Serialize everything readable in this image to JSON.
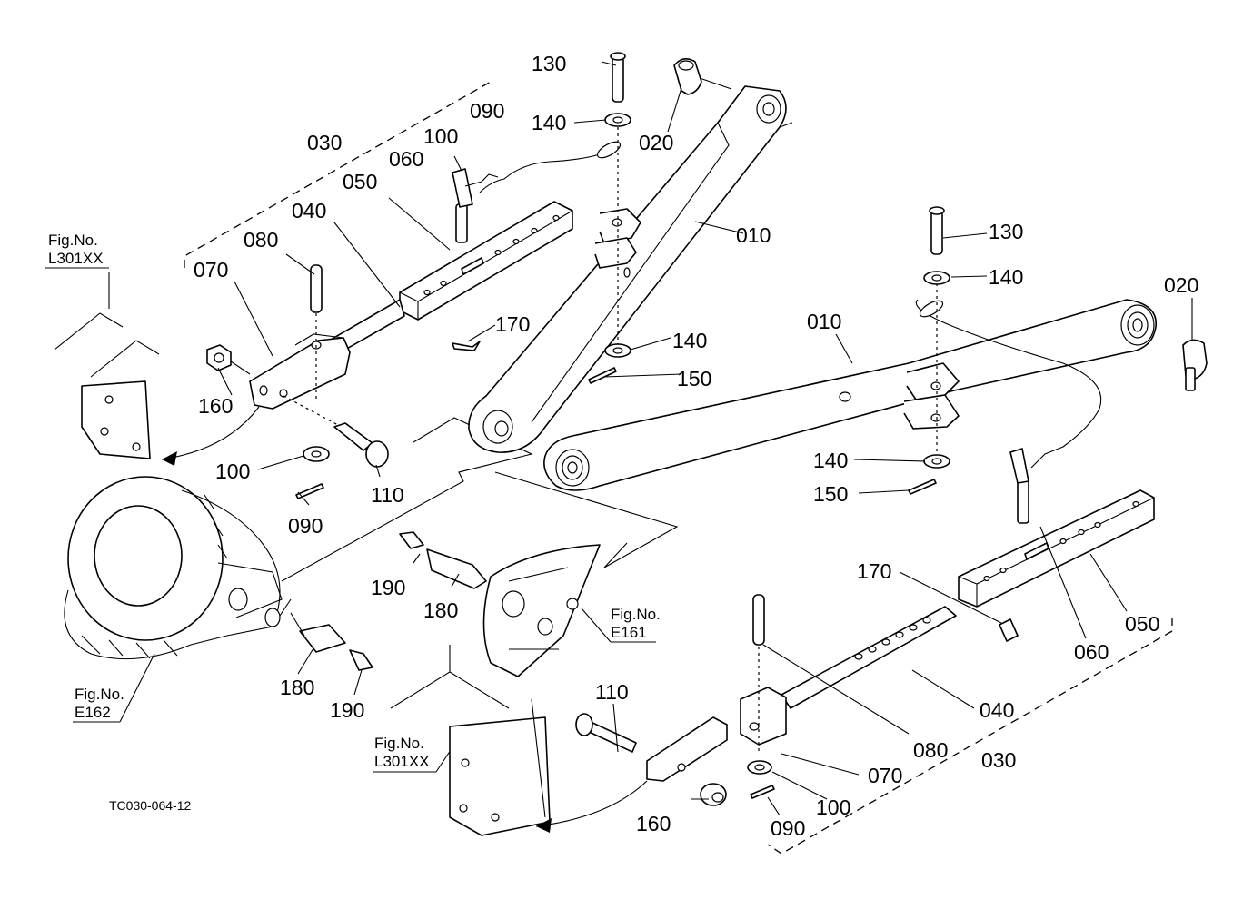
{
  "diagram_code": "TC030-064-12",
  "part_labels": {
    "p130_top": "130",
    "p140_top": "140",
    "p020_left": "020",
    "p090_top": "090",
    "p100_top": "100",
    "p030_left": "030",
    "p060_left": "060",
    "p050_left": "050",
    "p040_left": "040",
    "p080_left": "080",
    "p070_left": "070",
    "p160_left": "160",
    "p010_left": "010",
    "p170_left": "170",
    "p140_mid_left": "140",
    "p150_mid_left": "150",
    "p100_left": "100",
    "p110_left": "110",
    "p090_left": "090",
    "p130_right": "130",
    "p140_right_top": "140",
    "p020_right": "020",
    "p010_right": "010",
    "p140_right_mid": "140",
    "p150_right": "150",
    "p190_mid": "190",
    "p180_mid": "180",
    "p180_low": "180",
    "p190_low": "190",
    "p170_right": "170",
    "p050_right": "050",
    "p060_right": "060",
    "p110_low": "110",
    "p040_right": "040",
    "p080_right": "080",
    "p070_right": "070",
    "p030_right": "030",
    "p160_low": "160",
    "p100_low": "100",
    "p090_low": "090"
  },
  "figure_refs": [
    {
      "line1": "Fig.No.",
      "line2": "L301XX"
    },
    {
      "line1": "Fig.No.",
      "line2": "E161"
    },
    {
      "line1": "Fig.No.",
      "line2": "E162"
    },
    {
      "line1": "Fig.No.",
      "line2": "L301XX"
    }
  ]
}
